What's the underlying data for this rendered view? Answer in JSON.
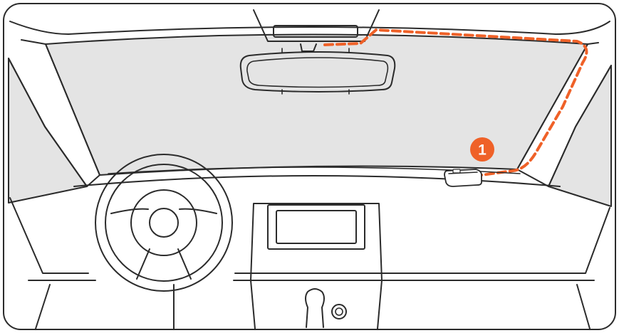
{
  "step_badge": {
    "label": "1"
  },
  "colors": {
    "accent": "#ef6128",
    "line": "#2b2b2b",
    "glass": "#e4e4e4",
    "background": "#ffffff"
  },
  "icons": {
    "badge": "circled-number-1",
    "camera": "dashcam-unit"
  }
}
